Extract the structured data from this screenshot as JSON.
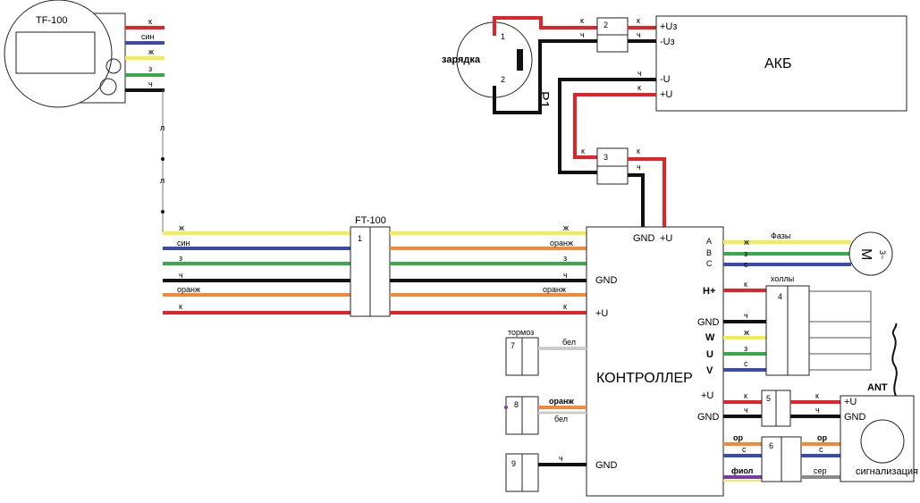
{
  "colors": {
    "red": "#e0242a",
    "blue": "#3a4ca8",
    "yellow": "#f2ee52",
    "green": "#3aa848",
    "black": "#111111",
    "orange": "#f08a3a",
    "grey": "#8a8a8a",
    "purple": "#7a3aa8",
    "box": "#222222"
  },
  "tf100": {
    "title": "TF-100",
    "wires": [
      "к",
      "син",
      "ж",
      "з",
      "ч"
    ]
  },
  "charger": {
    "label": "зарядка",
    "p1": "P1",
    "pin1": "1",
    "pin2": "2"
  },
  "connector2": {
    "num": "2",
    "left_k": "к",
    "left_ch": "ч",
    "right_k": "к",
    "right_ch": "ч"
  },
  "connector3": {
    "num": "3",
    "left_k": "к",
    "right_k": "к",
    "right_ch": "ч"
  },
  "akb": {
    "title": "АКБ",
    "u3_plus": "+Uз",
    "u3_minus": "-Uз",
    "u_minus": "-U",
    "u_plus": "+U",
    "ch": "ч",
    "k": "к"
  },
  "vert_line_labels": [
    "л",
    "л"
  ],
  "ft100": {
    "title": "FT-100",
    "num": "1",
    "left": [
      "ж",
      "син",
      "з",
      "ч",
      "оранж",
      "к"
    ],
    "right": [
      "ж",
      "оранж",
      "з",
      "ч",
      "оранж",
      "к"
    ]
  },
  "controller": {
    "title": "КОНТРОЛЛЕР",
    "gnd_top": "GND",
    "plus_u_top": "+U",
    "left_gnd": "GND",
    "left_plus_u": "+U",
    "left_gnd_bottom": "GND",
    "right_phases": [
      "A",
      "B",
      "C"
    ],
    "right_h_plus": "H+",
    "right_gnd": "GND",
    "right_w": "W",
    "right_u": "U",
    "right_v": "V",
    "right_plus_u": "+U",
    "right_gnd2": "GND"
  },
  "phases": {
    "label": "Фазы",
    "wires": [
      "ж",
      "з",
      "с"
    ]
  },
  "motor": {
    "m": "M",
    "sym": "3~"
  },
  "halls": {
    "label": "холлы",
    "num": "4",
    "wires": [
      "к",
      "ч",
      "ж",
      "з",
      "с"
    ]
  },
  "connector5": {
    "num": "5",
    "left": [
      "к",
      "ч"
    ],
    "right": [
      "к",
      "ч"
    ]
  },
  "connector6": {
    "num": "6",
    "left": [
      "ор",
      "с",
      "фиол"
    ],
    "right": [
      "ор",
      "с",
      "сер"
    ]
  },
  "alarm": {
    "ant": "ANT",
    "plus_u": "+U",
    "gnd": "GND",
    "label": "сигнализация"
  },
  "brake": {
    "label": "тормоз",
    "num": "7",
    "wire": "бел"
  },
  "connector8": {
    "num": "8",
    "wires": [
      "оранж",
      "бел"
    ]
  },
  "connector9": {
    "num": "9",
    "wire": "ч"
  }
}
